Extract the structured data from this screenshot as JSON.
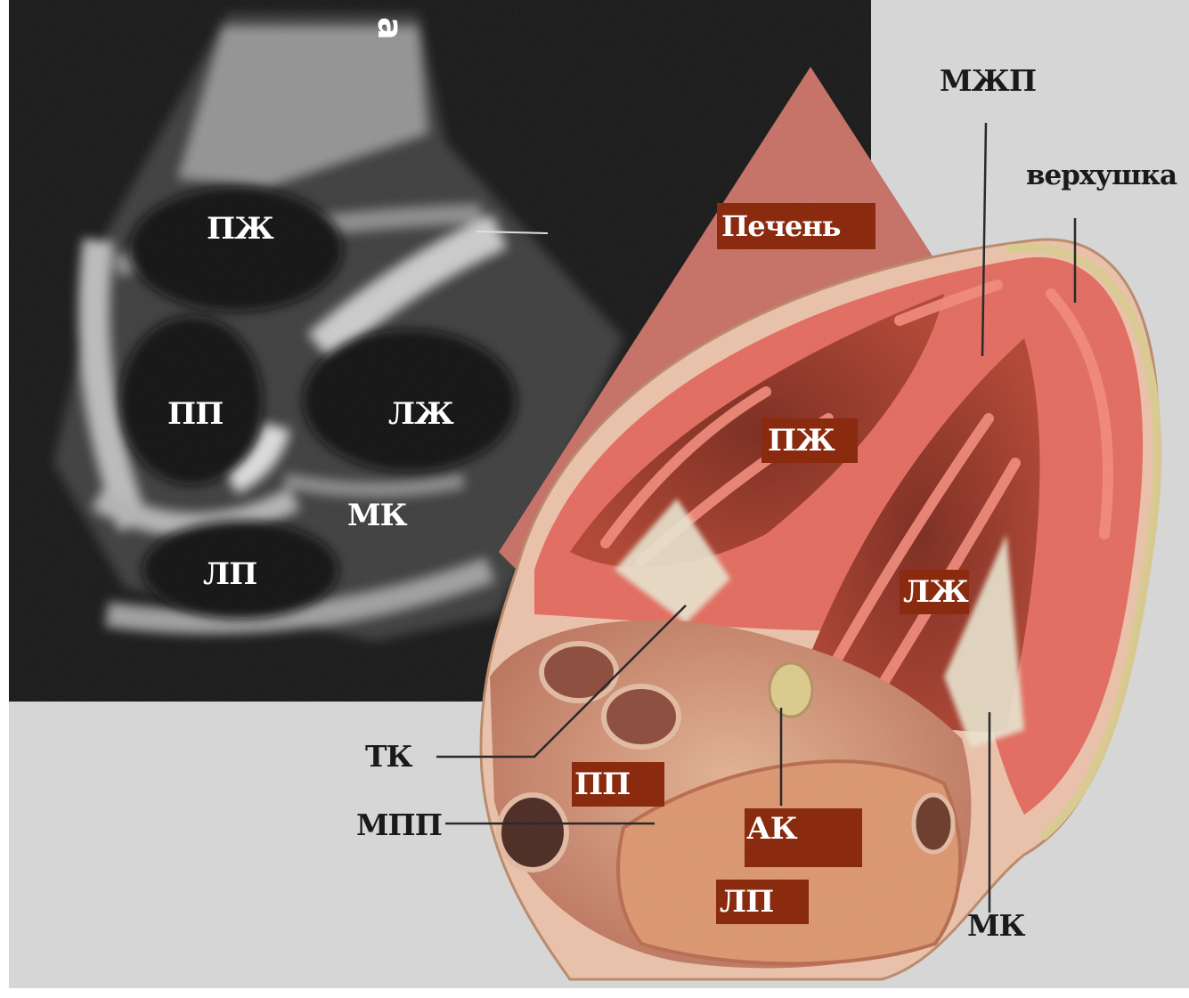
{
  "colors": {
    "background": "#d6d6d6",
    "ultrasound_bg": "#141414",
    "label_box": "#8a2a0e",
    "myocardium": "#e06a5e",
    "liver": "#c2695e"
  },
  "ultrasound": {
    "corner_mark": "a",
    "labels": {
      "rv": "ПЖ",
      "ra": "ПП",
      "lv": "ЛЖ",
      "mv": "МК",
      "la": "ЛП"
    }
  },
  "anatomy": {
    "liver": "Печень",
    "rv": "ПЖ",
    "lv": "ЛЖ",
    "ra": "ПП",
    "av": "АК",
    "la": "ЛП"
  },
  "callouts": {
    "ivs": "МЖП",
    "apex": "верхушка",
    "tv": "ТК",
    "ias": "МПП",
    "mv": "МК"
  }
}
